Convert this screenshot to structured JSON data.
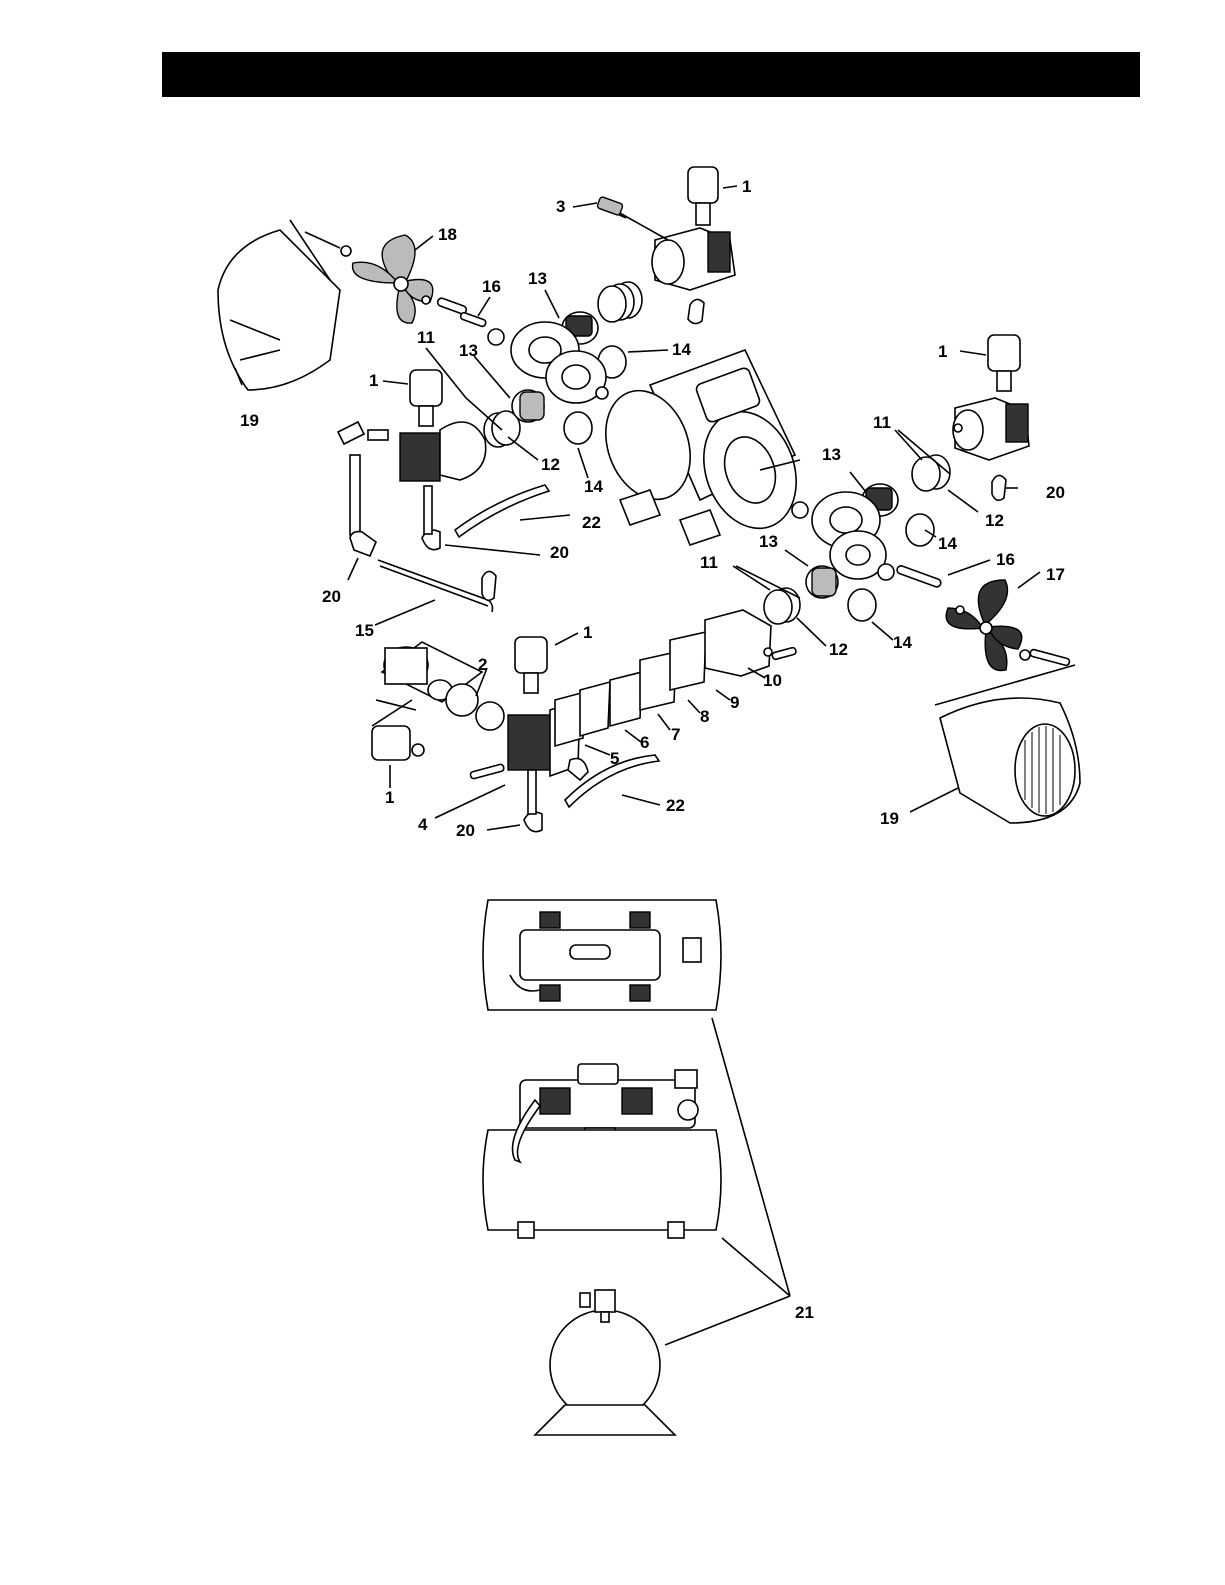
{
  "header": {
    "title": ""
  },
  "callouts": [
    "1",
    "2",
    "3",
    "4",
    "5",
    "6",
    "7",
    "8",
    "9",
    "10",
    "11",
    "12",
    "13",
    "14",
    "15",
    "16",
    "17",
    "18",
    "19",
    "20",
    "21",
    "22"
  ],
  "colors": {
    "ink": "#000000",
    "fill_dark": "#333333",
    "fill_gray": "#bbbbbb",
    "background": "#ffffff"
  }
}
